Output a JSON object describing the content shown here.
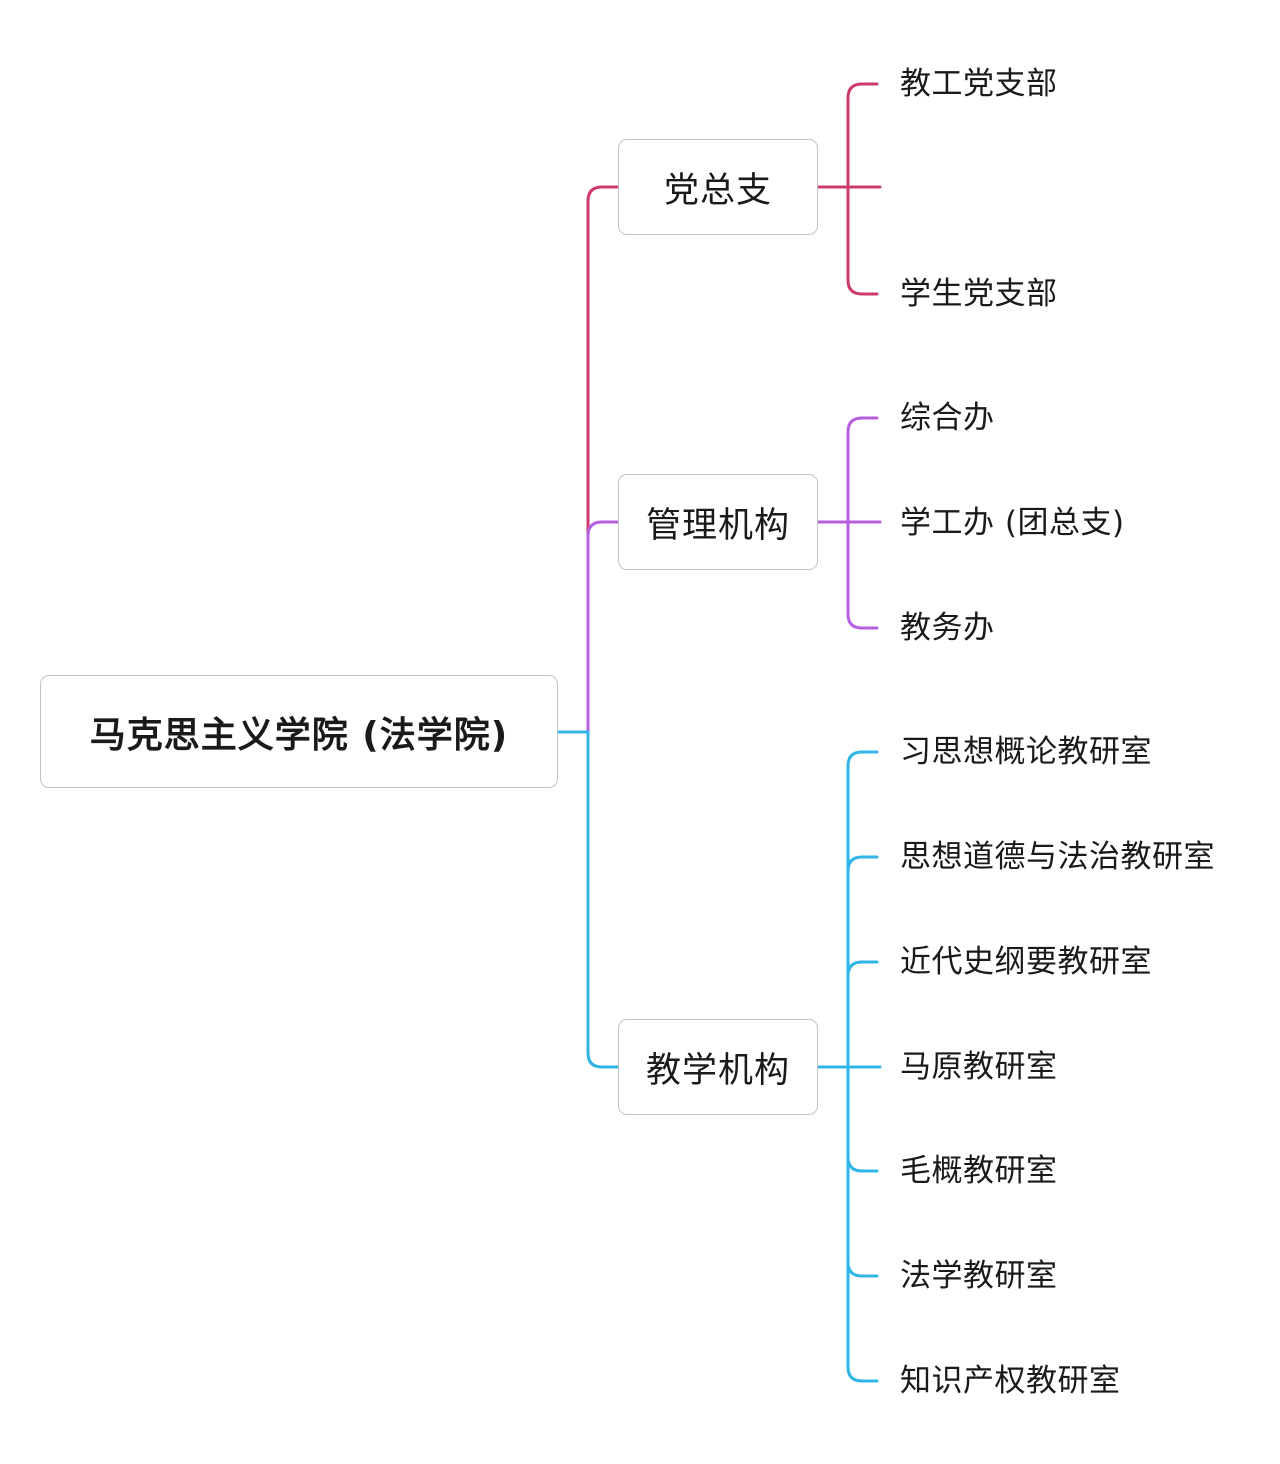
{
  "colors": {
    "party": "#cc3a6e",
    "management": "#b65fe0",
    "teaching": "#2fb5e6"
  },
  "root": {
    "label": "马克思主义学院 (法学院)"
  },
  "branches": {
    "party": {
      "label": "党总支",
      "children": [
        "教工党支部",
        "",
        "学生党支部"
      ]
    },
    "management": {
      "label": "管理机构",
      "children": [
        "综合办",
        "学工办 (团总支)",
        "教务办"
      ]
    },
    "teaching": {
      "label": "教学机构",
      "children": [
        "习思想概论教研室",
        "思想道德与法治教研室",
        "近代史纲要教研室",
        "马原教研室",
        "毛概教研室",
        "法学教研室",
        "知识产权教研室"
      ]
    }
  }
}
